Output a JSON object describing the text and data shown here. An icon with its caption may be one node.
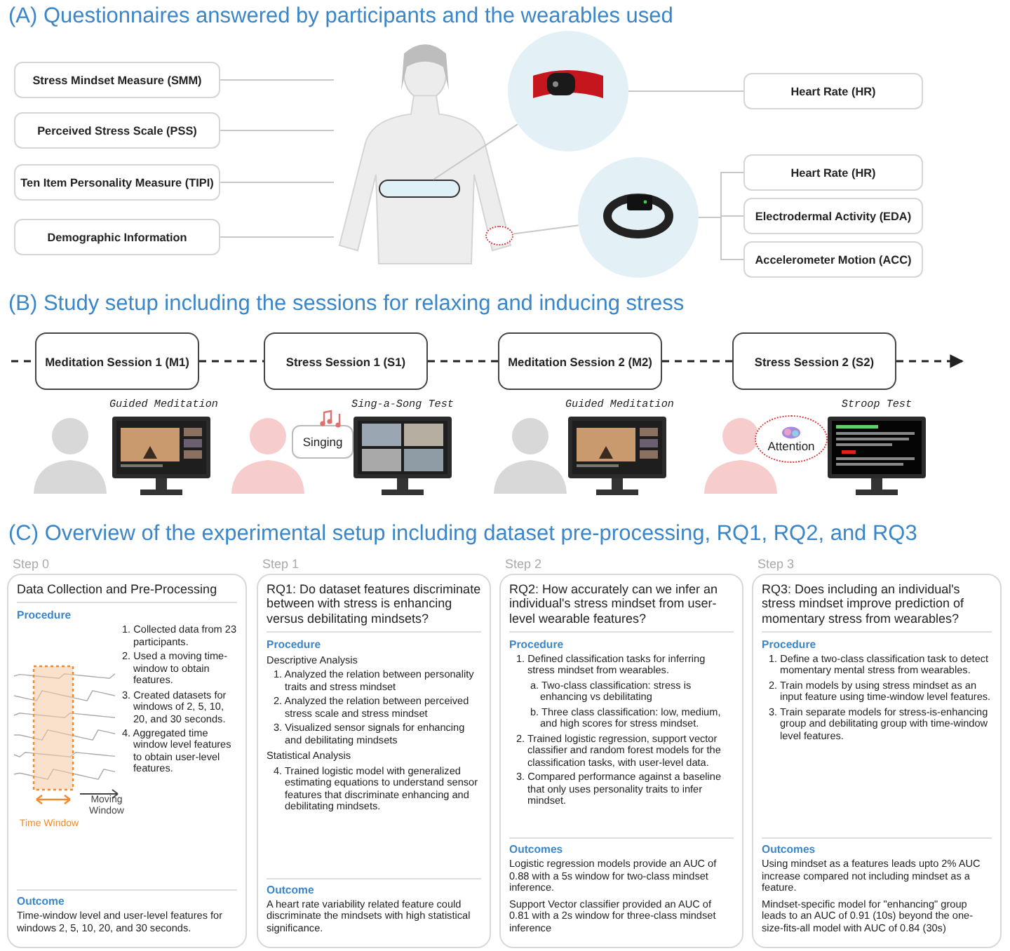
{
  "diagram": {
    "nodes": [
      {
        "text": [
          "Stress Mindset Measure (SMM)"
        ]
      },
      {
        "text": [
          "Perceived Stress Scale (PSS)"
        ]
      },
      {
        "text": [
          "Ten Item Personality Measure (TIPI)"
        ]
      },
      {
        "text": [
          "Demographic Information"
        ]
      },
      {
        "text": [],
        "shape": "picture"
      },
      {
        "text": [],
        "shape": "bar",
        "in": 4
      },
      {
        "text": [],
        "shape": "circle",
        "in": 4
      },
      {
        "text": [],
        "shape": "picture"
      },
      {
        "text": [],
        "shape": "picture"
      },
      {
        "text": [
          "Heart Rate (HR)"
        ]
      },
      {
        "text": [
          "Heart Rate (HR)"
        ]
      },
      {
        "text": [
          "Electrodermal Activity (EDA)"
        ]
      },
      {
        "text": [
          "Accelerometer Motion (ACC)"
        ]
      },
      {
        "text": [
          "Meditation Session 1 (M1)"
        ]
      },
      {
        "text": [
          "Stress Session 1 (S1)"
        ]
      },
      {
        "text": [
          "Meditation Session 2 (M2)"
        ]
      },
      {
        "text": [
          "Stress Session 2 (S2)"
        ]
      },
      {
        "text": [
          "Singing"
        ]
      },
      {
        "text": [
          "Attention"
        ]
      },
      {
        "text": [
          "Step 0",
          "Data Collection and Pre-Processing",
          "Procedure",
          "1. Collected data from 23 participants.",
          "2. Used a moving time-window to obtain features.",
          "3. Created datasets for windows of 2, 5, 10, 20, and 30 seconds.",
          "4. Aggregated time window level features to obtain user-level features.",
          "Outcome",
          "Time-window level and user-level features for windows 2, 5, 10, 20, and 30 seconds."
        ]
      },
      {
        "text": [
          "Step 1",
          "RQ1: Do dataset features discriminate between with stress is enhancing versus debilitating mindsets?",
          "Procedure",
          "Descriptive Analysis",
          "1. Analyzed the relation between personality traits and stress mindset",
          "2. Analyzed the relation between perceived stress scale and stress mindset",
          "3. Visualized sensor signals for enhancing and debilitating mindsets",
          "Statistical Analysis",
          "4. Trained logistic model with generalized estimating equations to understand sensor features that discriminate enhancing and debilitating mindsets.",
          "Outcome",
          "A heart rate variability related feature could discriminate the mindsets with high statistical significance."
        ]
      },
      {
        "text": [
          "Step 2",
          "RQ2: How accurately can we infer an individual's stress mindset from user-level wearable features?",
          "Procedure",
          "1. Defined classification tasks for inferring stress mindset from wearables.",
          "a. Two-class classification: stress is enhancing vs debilitating",
          "b. Three class classification: low, medium, and high scores for stress mindset.",
          "2. Trained logistic regression, support vector classifier and random forest models for the classification tasks, with user-level data.",
          "3. Compared performance against a baseline that only uses personality traits to infer mindset.",
          "Outcomes",
          "Logistic regression models provide an AUC of 0.88 with a 5s window for two-class mindset inference.",
          "Support Vector classifier provided an AUC of 0.81 with a 2s window for three-class mindset inference"
        ]
      },
      {
        "text": [
          "Step 3",
          "RQ3: Does including an individual's stress mindset improve prediction of momentary stress from wearables?",
          "Procedure",
          "1. Define a two-class classification task to detect momentary mental stress from wearables.",
          "2. Train models by using stress mindset as an input feature using time-window level features.",
          "3. Train separate models for stress-is-enhancing group and debilitating group with time-window level features.",
          "Outcomes",
          "Using mindset as a features leads upto 2% AUC increase compared not including mindset as a feature.",
          "Mindset-specific model for \"enhancing\" group leads to an AUC of 0.91 (10s) beyond the one-size-fits-all model with AUC of 0.84 (30s)"
        ]
      }
    ],
    "edges": [
      {
        "from": 0,
        "to": 4,
        "arrow": "none"
      },
      {
        "from": 1,
        "to": 4,
        "arrow": "none"
      },
      {
        "from": 2,
        "to": 4,
        "arrow": "none"
      },
      {
        "from": 3,
        "to": 4,
        "arrow": "none"
      },
      {
        "from": 5,
        "to": 7,
        "arrow": "none"
      },
      {
        "from": 6,
        "to": 8,
        "arrow": "none"
      },
      {
        "from": 7,
        "to": 9,
        "arrow": "none"
      },
      {
        "from": 8,
        "to": 10,
        "arrow": "none"
      },
      {
        "from": 8,
        "to": 11,
        "arrow": "none"
      },
      {
        "from": 8,
        "to": 12,
        "arrow": "none"
      },
      {
        "from": null,
        "to": 13,
        "arrow": "none",
        "style": "dashed",
        "color": "#222222"
      },
      {
        "from": 13,
        "to": 14,
        "arrow": "none",
        "style": "dashed",
        "color": "#222222"
      },
      {
        "from": 14,
        "to": 15,
        "arrow": "none",
        "style": "dashed",
        "color": "#222222"
      },
      {
        "from": 15,
        "to": 16,
        "arrow": "none",
        "style": "dashed",
        "color": "#222222"
      },
      {
        "from": 16,
        "to": null,
        "arrow": "to",
        "style": "dashed",
        "color": "#222222"
      }
    ],
    "labels": [
      "(A) Questionnaires answered by participants and the wearables used",
      "(B) Study setup including the sessions for relaxing and inducing stress",
      "Guided Meditation",
      "Sing-a-Song Test",
      "Guided Meditation",
      "Stroop Test",
      "(C) Overview of the experimental setup including dataset pre-processing, RQ1, RQ2, and RQ3",
      "Time Window",
      "Moving Window"
    ]
  }
}
